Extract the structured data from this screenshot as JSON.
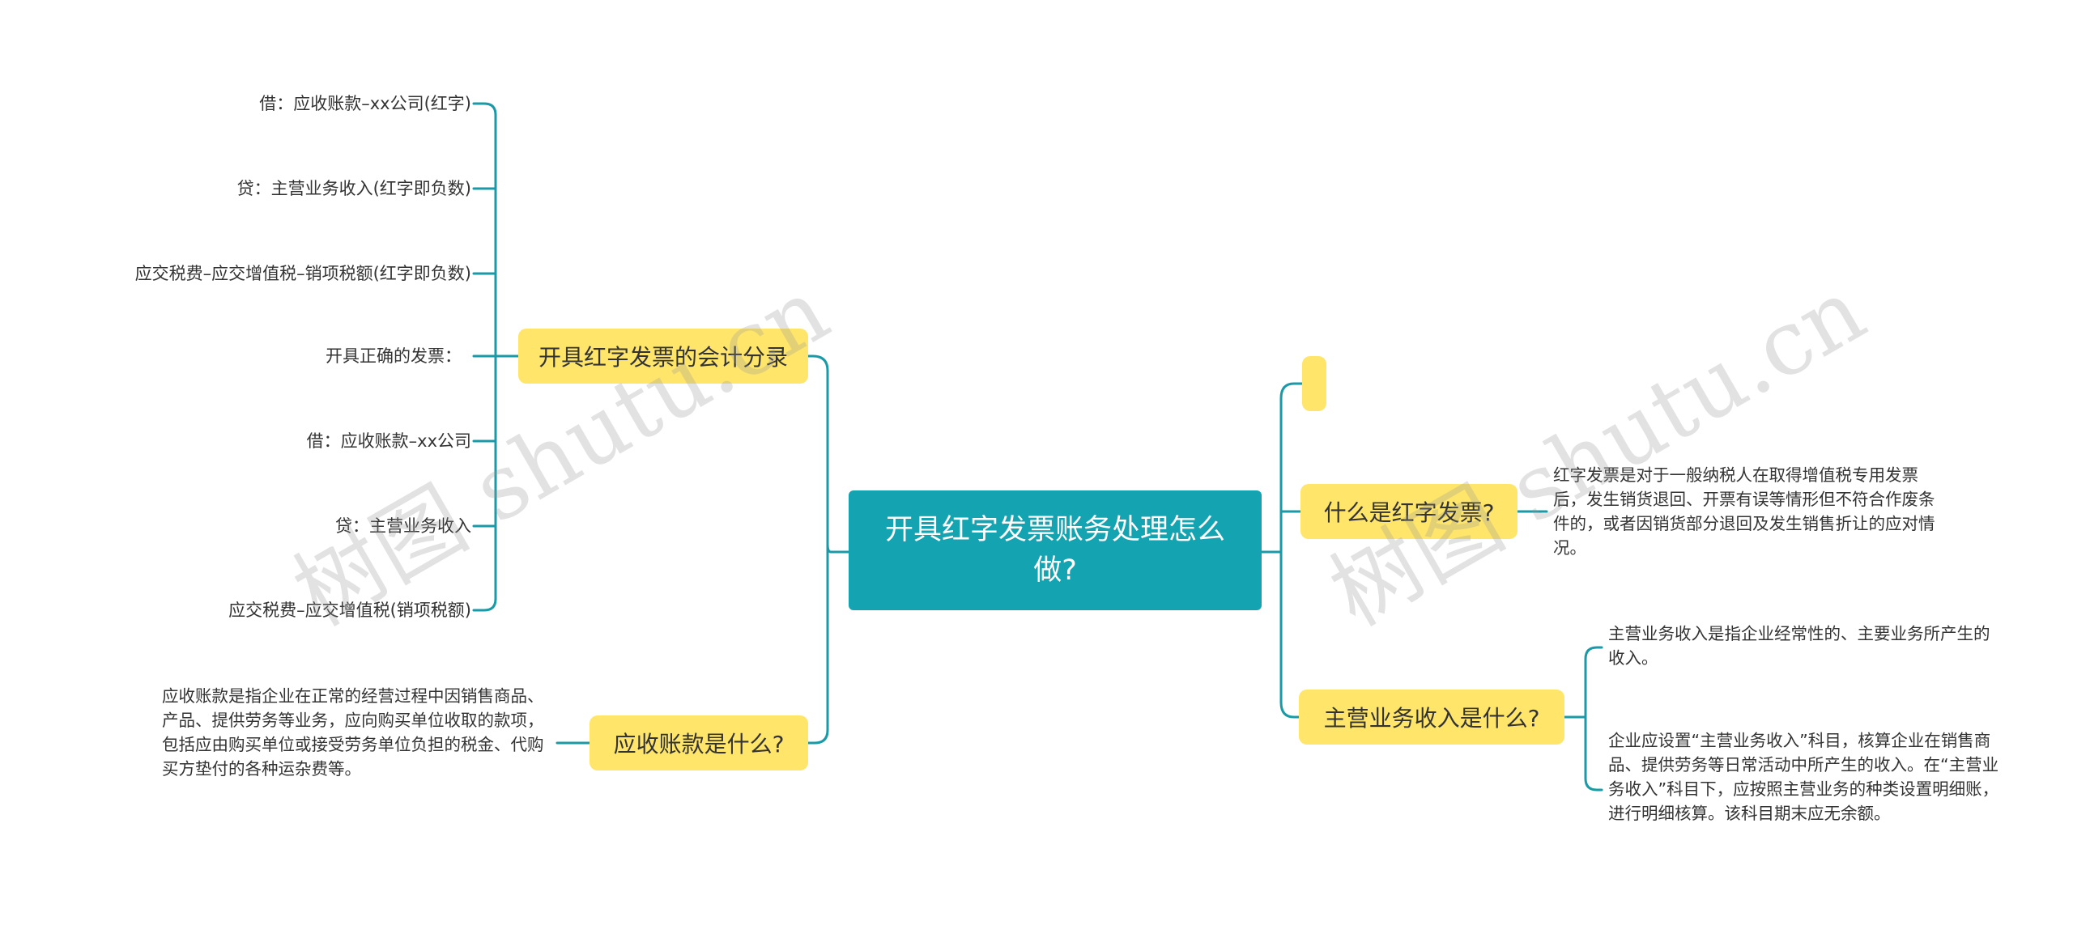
{
  "root": {
    "text": "开具红字发票账务处理怎么做?"
  },
  "branches": {
    "accounting": {
      "label": "开具红字发票的会计分录",
      "entries": [
        "借：应收账款–xx公司(红字)",
        "贷：主营业务收入(红字即负数)",
        "应交税费–应交增值税–销项税额(红字即负数)",
        "开具正确的发票：",
        "借：应收账款–xx公司",
        "贷：主营业务收入",
        "应交税费–应交增值税(销项税额)"
      ]
    },
    "receivable": {
      "label": "应收账款是什么?",
      "text": "应收账款是指企业在正常的经营过程中因销售商品、产品、提供劳务等业务，应向购买单位收取的款项，包括应由购买单位或接受劳务单位负担的税金、代购买方垫付的各种运杂费等。"
    },
    "empty": {
      "label": ""
    },
    "red_invoice": {
      "label": "什么是红字发票?",
      "text": "红字发票是对于一般纳税人在取得增值税专用发票后，发生销货退回、开票有误等情形但不符合作废条件的，或者因销货部分退回及发生销售折让的应对情况。"
    },
    "main_revenue": {
      "label": "主营业务收入是什么?",
      "texts": [
        "主营业务收入是指企业经常性的、主要业务所产生的收入。",
        "企业应设置“主营业务收入”科目，核算企业在销售商品、提供劳务等日常活动中所产生的收入。在“主营业务收入”科目下，应按照主营业务的种类设置明细账，进行明细核算。该科目期末应无余额。"
      ]
    }
  },
  "watermark": {
    "text": "树图 shutu.cn"
  },
  "colors": {
    "root": "#14a3b0",
    "branch": "#ffe66b",
    "line": "#1a9aa6"
  }
}
